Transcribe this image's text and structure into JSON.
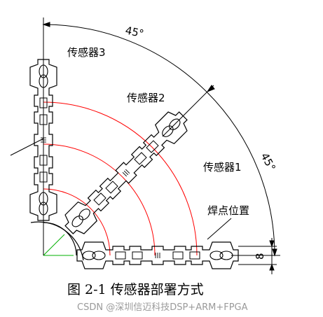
{
  "figure": {
    "caption": "图 2-1 传感器部署方式",
    "watermark": "CSDN @深圳信迈科技DSP+ARM+FPGA",
    "angle_top": "45°",
    "angle_right": "45°",
    "sensor_1": "传感器1",
    "sensor_2": "传感器2",
    "sensor_3": "传感器3",
    "weld_point": "焊点位置",
    "dimension": "8",
    "colors": {
      "line": "#000000",
      "arc": "#ff0000",
      "axis": "#00b000",
      "watermark": "#9a9a9a"
    }
  }
}
